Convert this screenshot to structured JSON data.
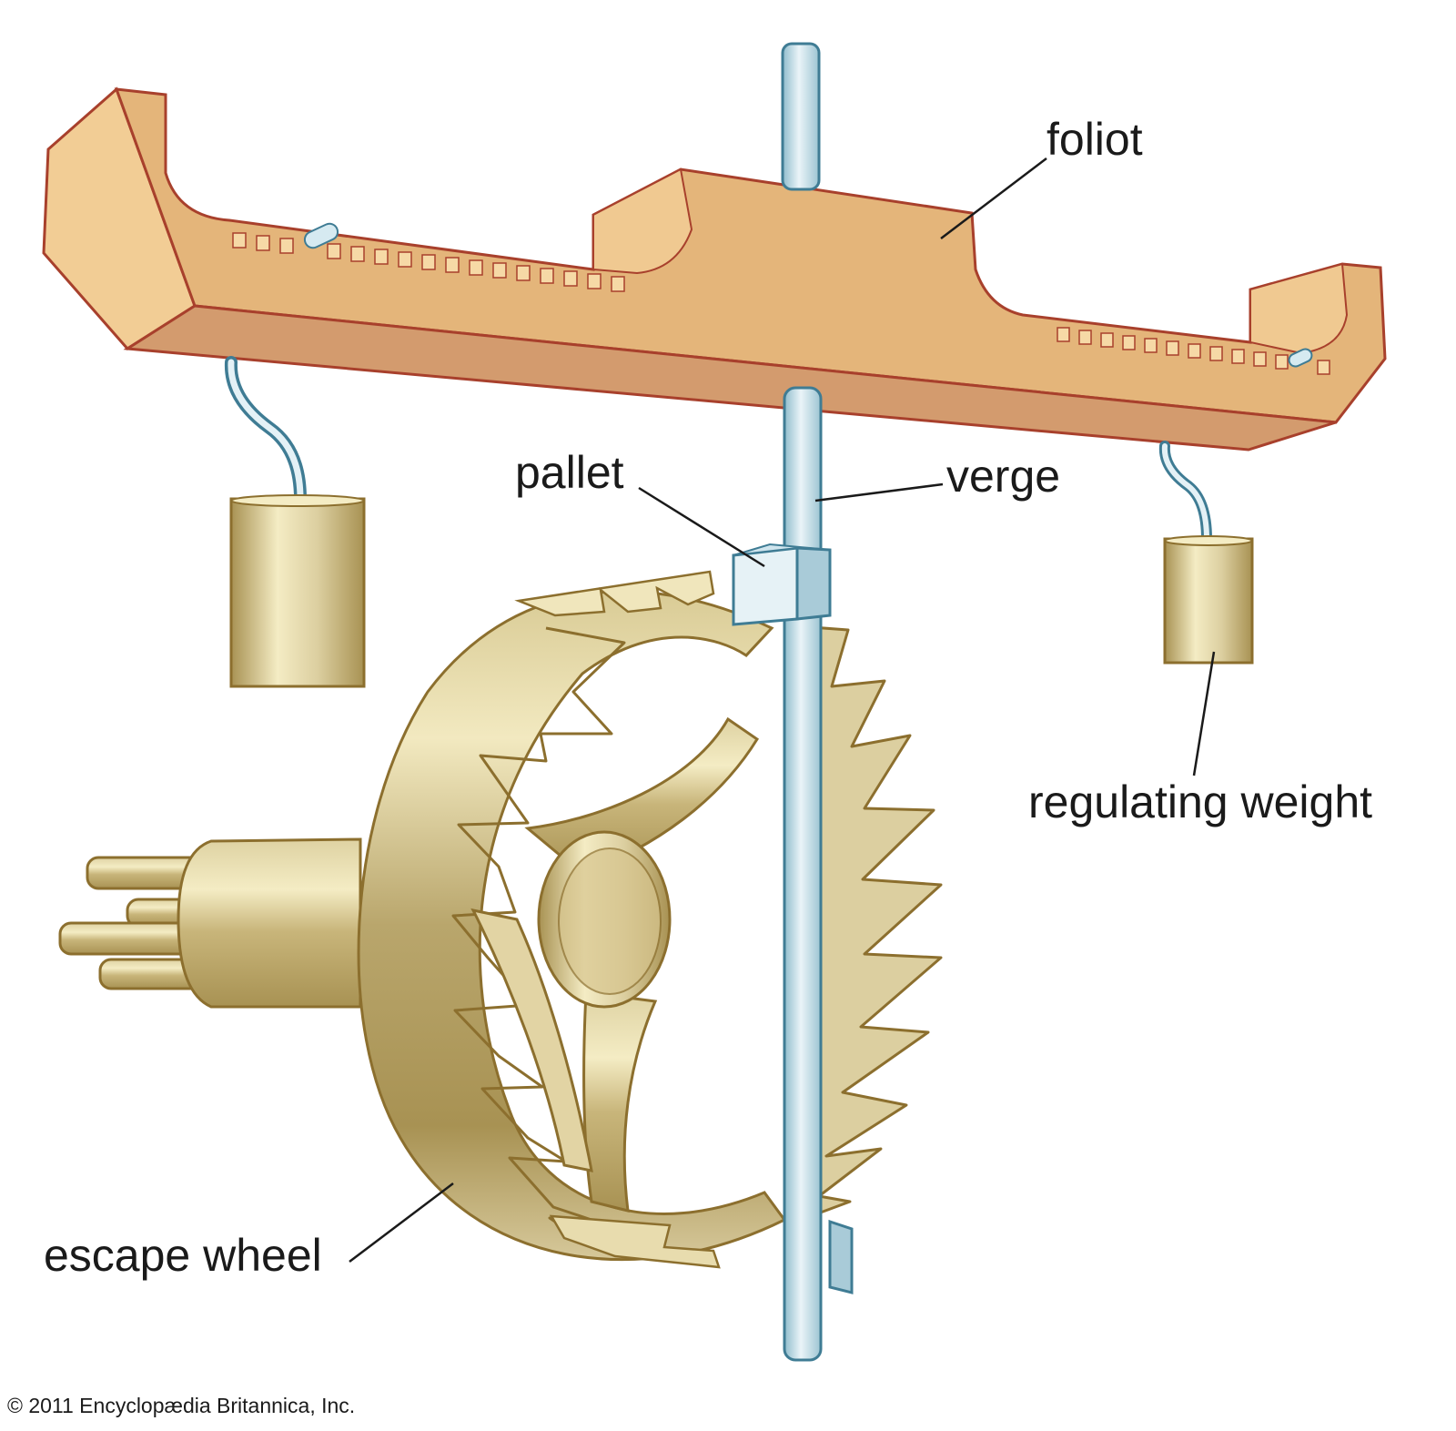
{
  "labels": {
    "foliot": "foliot",
    "pallet": "pallet",
    "verge": "verge",
    "regulating_weight": "regulating weight",
    "escape_wheel": "escape wheel"
  },
  "copyright": "© 2011 Encyclopædia Britannica, Inc.",
  "colors": {
    "background": "#ffffff",
    "foliot_top": "#e4b57a",
    "foliot_front": "#d39b6e",
    "foliot_end": "#f2cd95",
    "foliot_outline": "#a8402c",
    "brass_light": "#f4ecc4",
    "brass_mid": "#dccfa0",
    "brass_dark": "#a89253",
    "steel_light": "#eaf4f8",
    "steel_mid": "#b9d7e2",
    "steel_outline": "#3f7c94",
    "text": "#1a1a1a"
  }
}
